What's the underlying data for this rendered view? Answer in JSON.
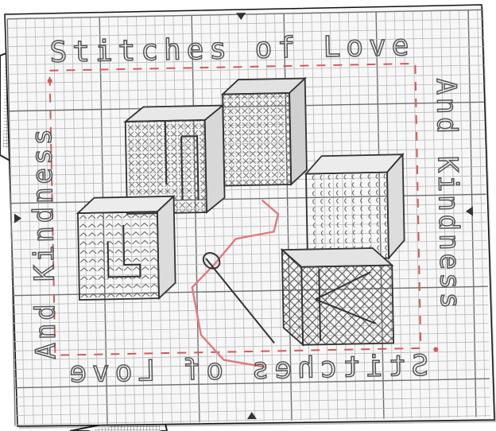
{
  "chart": {
    "title_top": "Stitches of Love",
    "title_bottom_mirrored": "Stitches of Love",
    "side_right": "And Kindness",
    "side_left": "And Kindness"
  },
  "colors": {
    "grid_line": "#b8b8b8",
    "grid_major": "#6f6f6f",
    "border_red": "#d45a5a",
    "stitch_dark": "#3a3a3a",
    "paper": "#f7f7f7",
    "red_thread": "#e07a7a"
  },
  "icons": {
    "top_marker": "triangle-down-icon",
    "bottom_marker": "triangle-up-icon",
    "left_marker": "triangle-right-icon",
    "right_marker": "triangle-left-icon",
    "needle": "needle-icon"
  }
}
